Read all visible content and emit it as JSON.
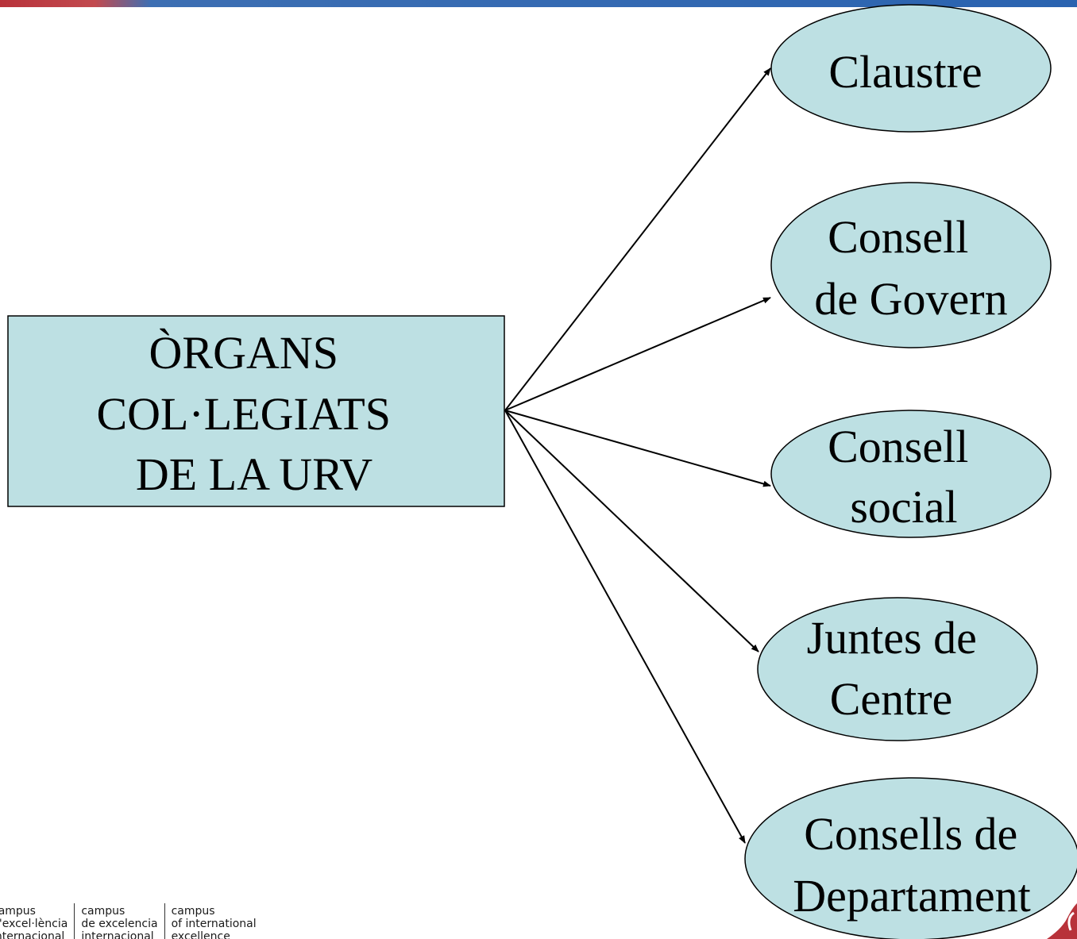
{
  "header": {
    "bar_colors": [
      "#b8323a",
      "#2a63b0"
    ]
  },
  "diagram": {
    "root": {
      "lines": [
        "ÒRGANS",
        "COL·LEGIATS",
        "DE LA URV"
      ],
      "fill": "#bde0e3"
    },
    "nodes": [
      {
        "id": "claustre",
        "lines": [
          "Claustre"
        ]
      },
      {
        "id": "consell-govern",
        "lines": [
          "Consell",
          "de Govern"
        ]
      },
      {
        "id": "consell-social",
        "lines": [
          "Consell",
          "social"
        ]
      },
      {
        "id": "juntes-centre",
        "lines": [
          "Juntes de",
          "Centre"
        ]
      },
      {
        "id": "consells-departament",
        "lines": [
          "Consells de",
          "Departament"
        ]
      }
    ],
    "node_fill": "#bde0e3"
  },
  "logo": {
    "columns": [
      [
        "campus",
        "d'excel·lència",
        "internacional"
      ],
      [
        "campus",
        "de excelencia",
        "internacional"
      ],
      [
        "campus",
        "of international",
        "excellence"
      ]
    ]
  }
}
